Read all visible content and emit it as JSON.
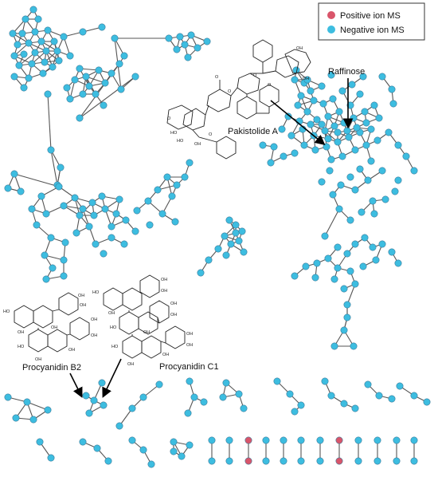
{
  "legend": {
    "items": [
      {
        "label": "Positive ion MS",
        "color": "#d9556a"
      },
      {
        "label": "Negative ion MS",
        "color": "#3dbde0"
      }
    ]
  },
  "annotations": {
    "raffinose": "Raffinose",
    "pakistolide_a": "Pakistolide A",
    "procyanidin_b2": "Procyanidin B2",
    "procyanidin_c1": "Procyanidin C1"
  },
  "colors": {
    "positive": "#d9556a",
    "negative": "#3dbde0",
    "edge": "#555555"
  }
}
